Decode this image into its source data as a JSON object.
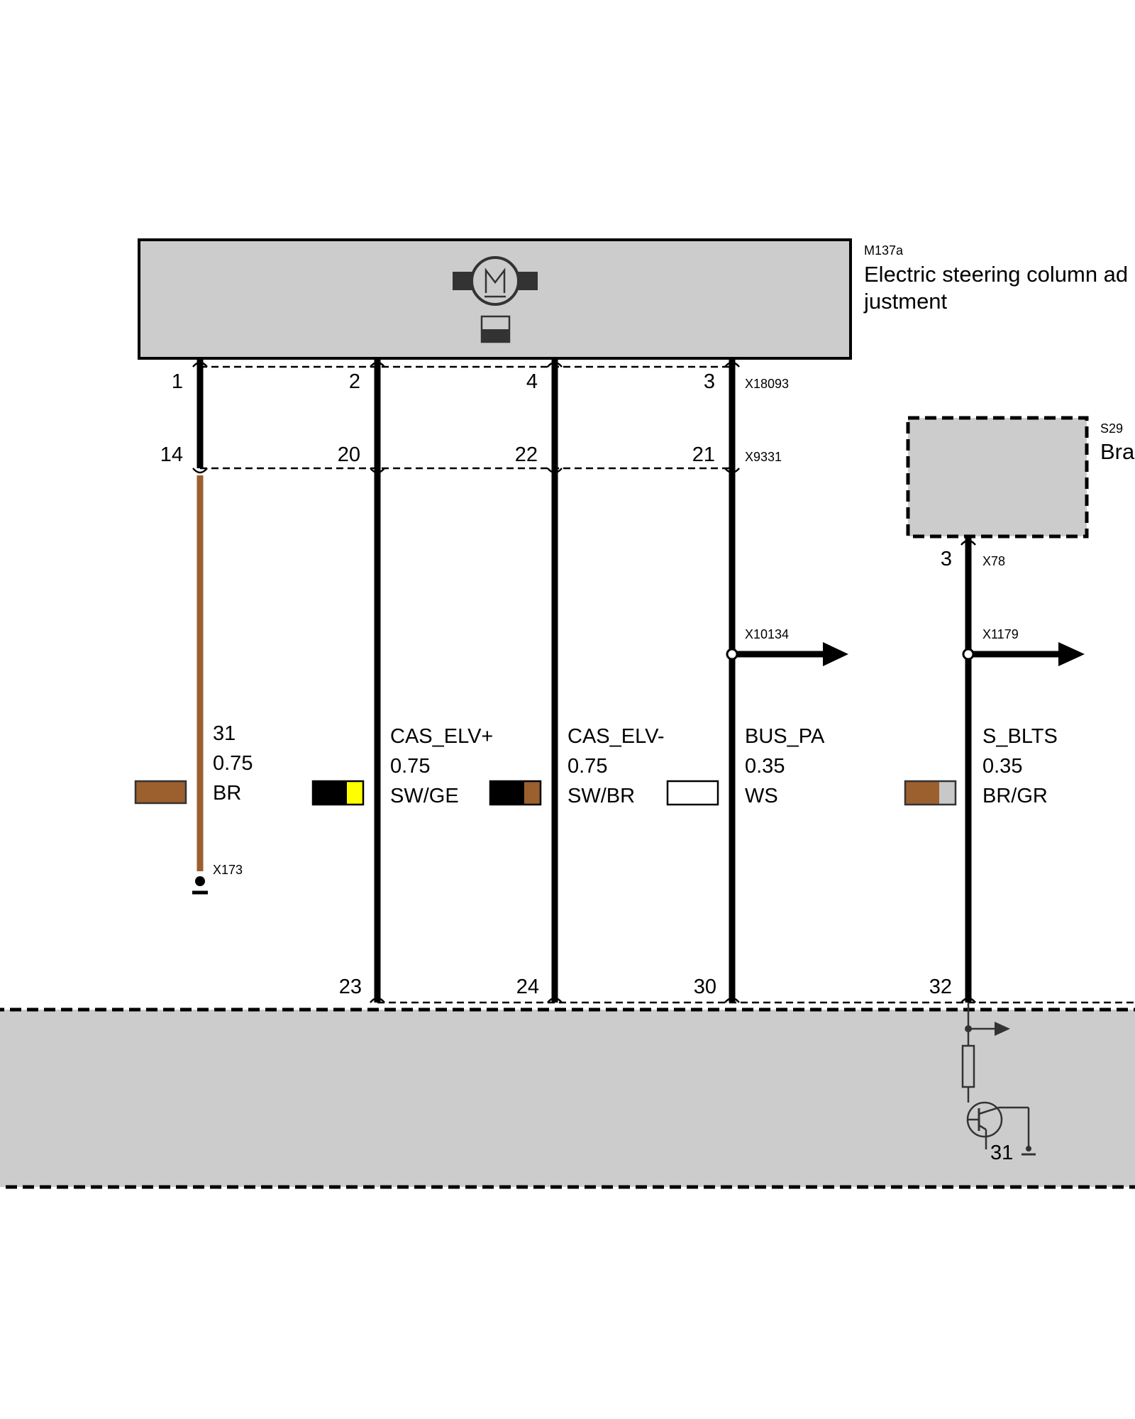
{
  "components": {
    "motor": {
      "code": "M137a",
      "name_line1": "Electric steering column ad",
      "name_line2": "justment"
    },
    "brake_switch": {
      "code": "S29",
      "name": "Bra"
    }
  },
  "connectors": {
    "motor_connector": "X18093",
    "intermediate_connector": "X9331",
    "brake_switch_connector": "X78",
    "bus_splice": "X10134",
    "brake_splice": "X1179",
    "ground_point": "X173"
  },
  "pins": {
    "motor_pins": [
      "1",
      "2",
      "4",
      "3"
    ],
    "intermediate_pins": [
      "14",
      "20",
      "22",
      "21"
    ],
    "brake_switch_pin": "3",
    "control_unit_pins": [
      "23",
      "24",
      "30",
      "32"
    ],
    "ground_label": "31"
  },
  "wires": [
    {
      "signal": "31",
      "gauge": "0.75",
      "color_code": "BR",
      "colors": [
        "#9c5f2e"
      ]
    },
    {
      "signal": "CAS_ELV+",
      "gauge": "0.75",
      "color_code": "SW/GE",
      "colors": [
        "#000000",
        "#ffff00"
      ]
    },
    {
      "signal": "CAS_ELV-",
      "gauge": "0.75",
      "color_code": "SW/BR",
      "colors": [
        "#000000",
        "#9c5f2e"
      ]
    },
    {
      "signal": "BUS_PA",
      "gauge": "0.35",
      "color_code": "WS",
      "colors": [
        "#ffffff"
      ]
    },
    {
      "signal": "S_BLTS",
      "gauge": "0.35",
      "color_code": "BR/GR",
      "colors": [
        "#9c5f2e",
        "#c8c8c8"
      ]
    }
  ],
  "colors": {
    "component_fill": "#cccccc",
    "wire_black": "#000000",
    "wire_brown": "#9c5f2e"
  }
}
